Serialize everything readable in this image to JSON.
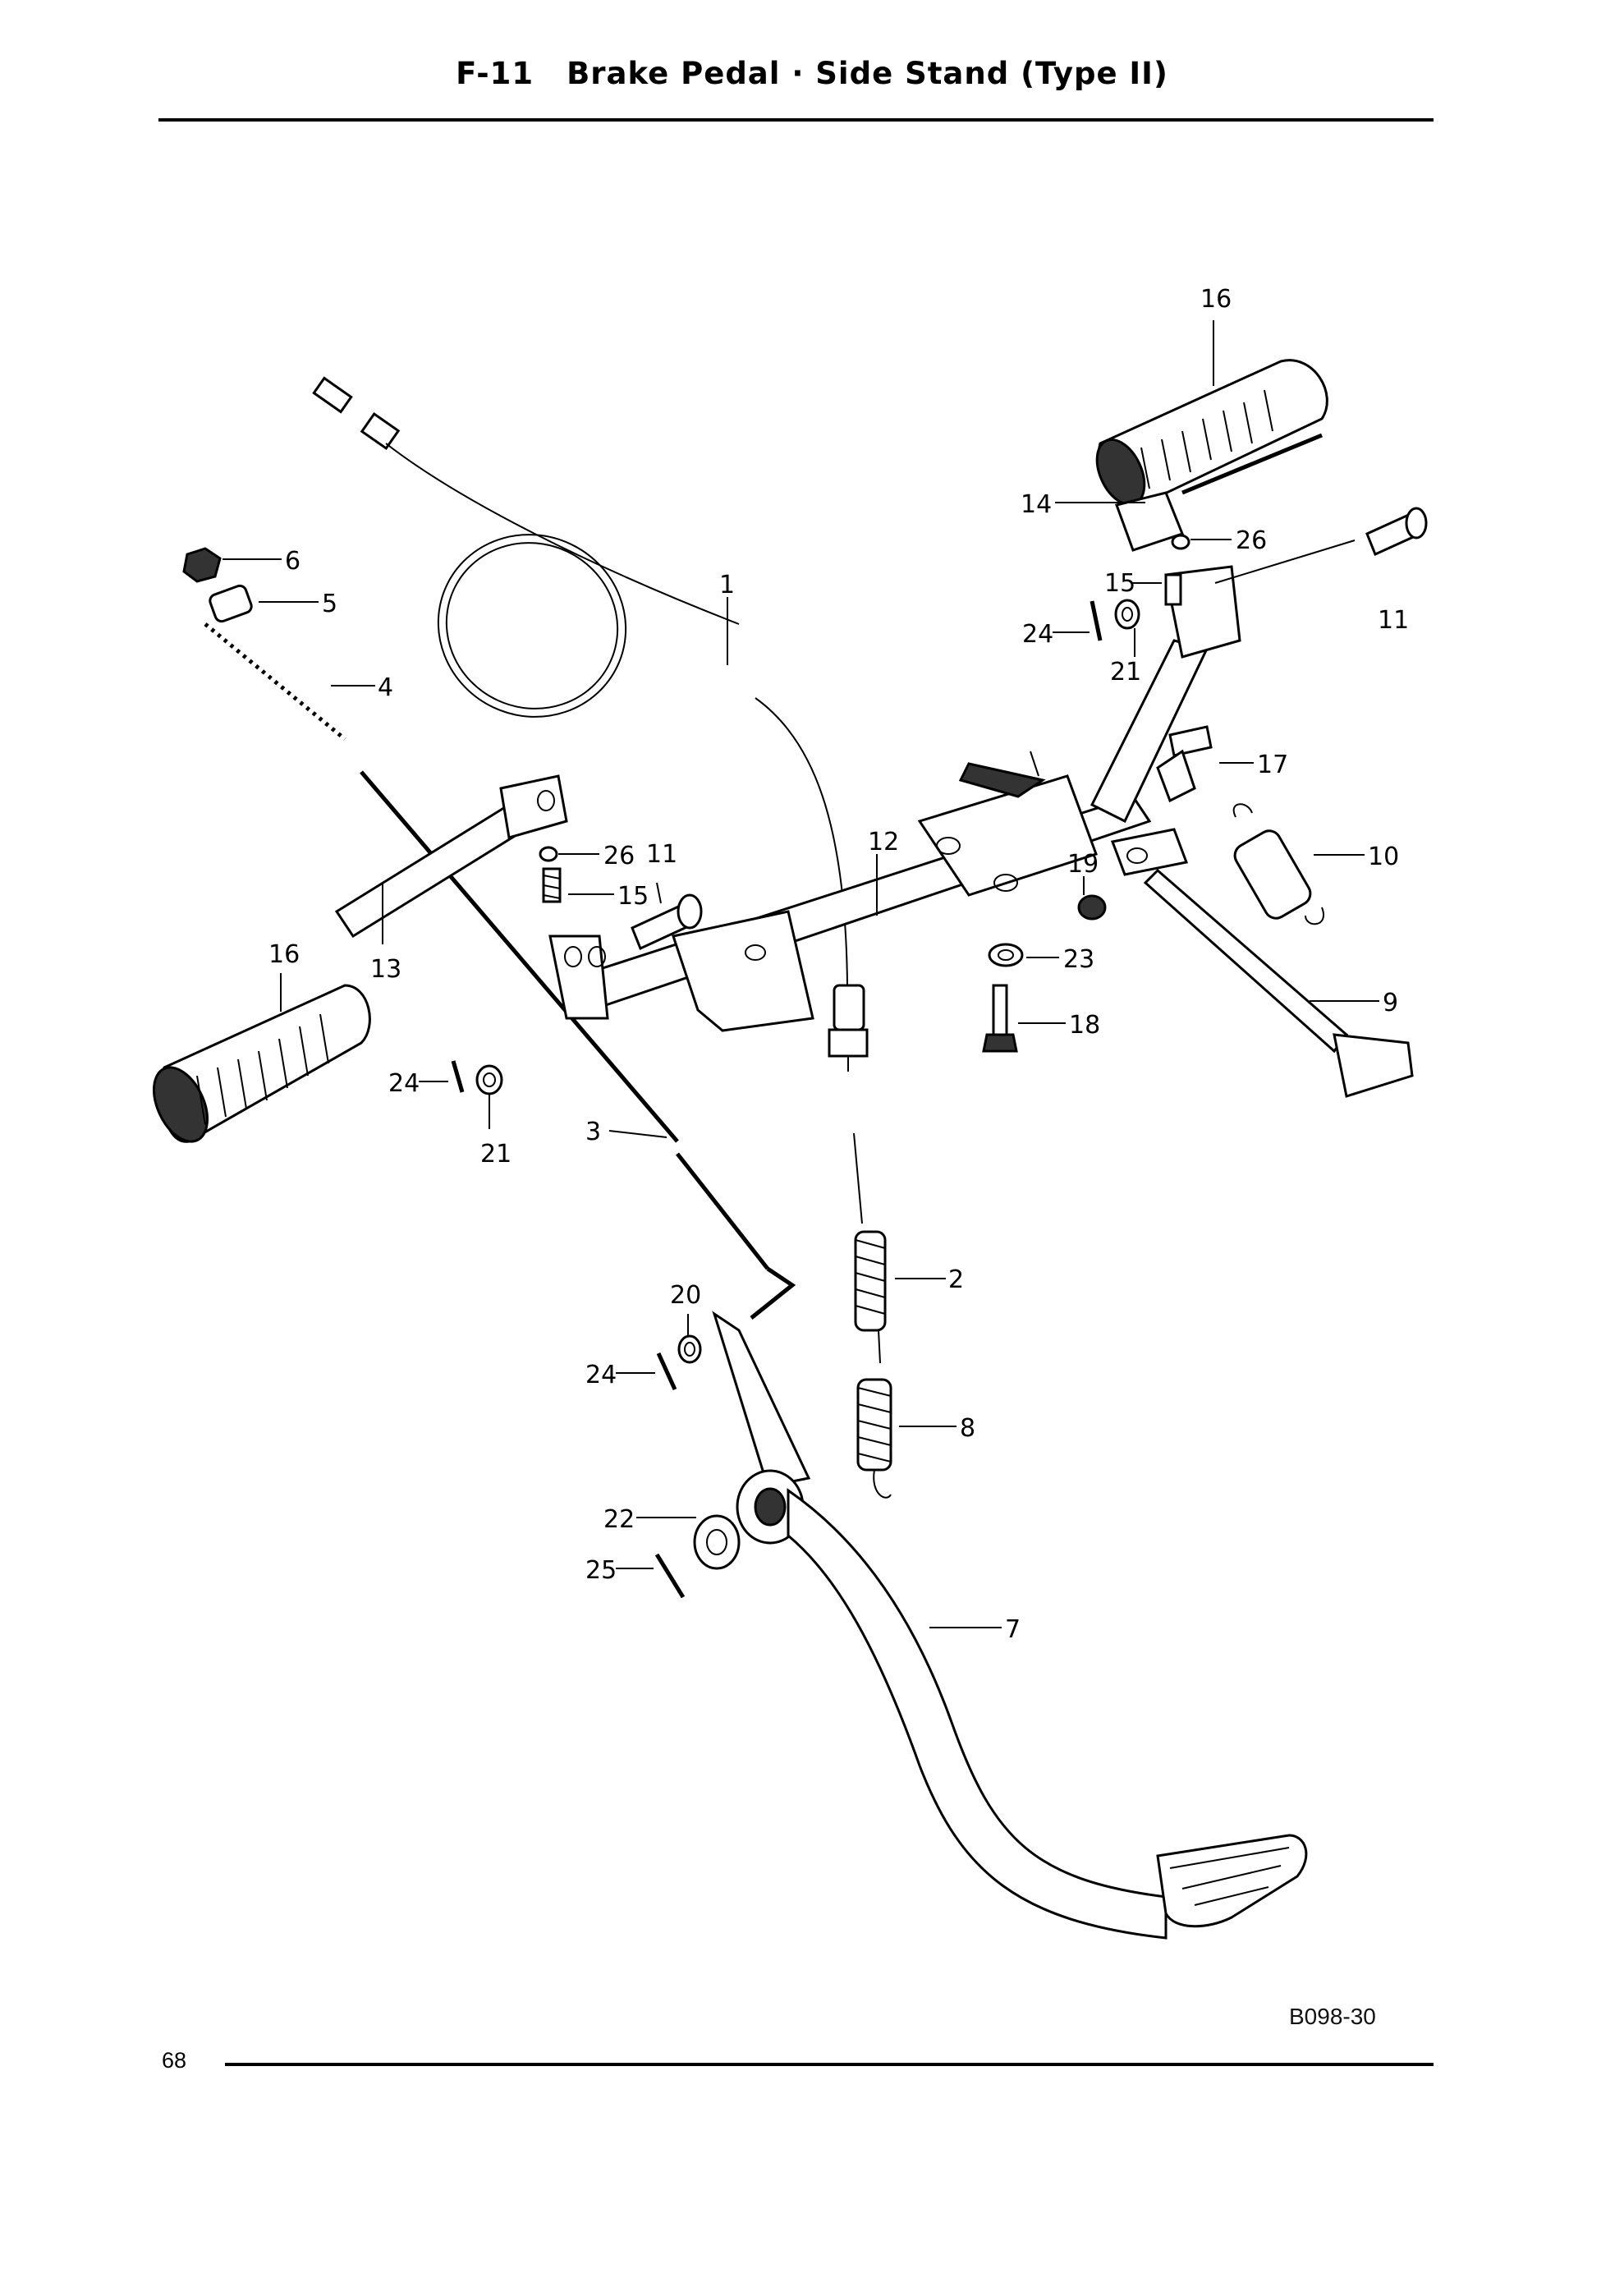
{
  "header": {
    "code": "F-11",
    "title": "Brake Pedal · Side Stand (Type II)"
  },
  "footer": {
    "page_number": "68",
    "figure_code": "B098-30"
  },
  "callouts": [
    "1",
    "2",
    "3",
    "4",
    "5",
    "6",
    "7",
    "8",
    "9",
    "10",
    "11",
    "11",
    "12",
    "13",
    "14",
    "15",
    "15",
    "16",
    "16",
    "17",
    "18",
    "19",
    "20",
    "21",
    "21",
    "22",
    "23",
    "24",
    "24",
    "24",
    "25",
    "26",
    "26"
  ]
}
